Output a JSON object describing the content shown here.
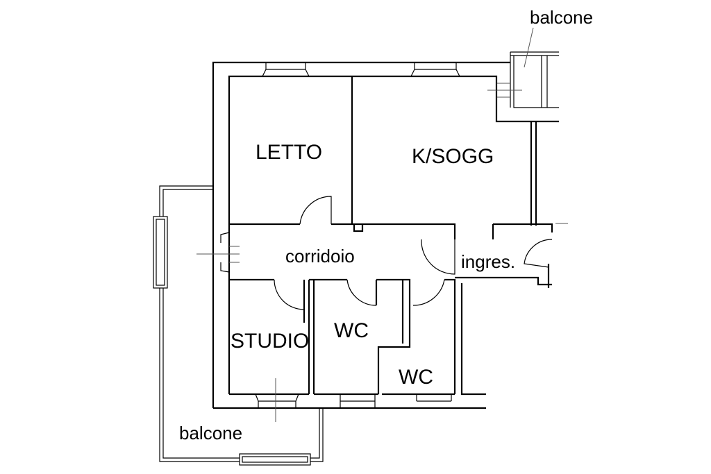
{
  "plan": {
    "rooms": {
      "letto": "LETTO",
      "k_sogg": "K/SOGG",
      "corridoio": "corridoio",
      "ingresso": "ingres.",
      "studio": "STUDIO",
      "wc_1": "WC",
      "wc_2": "WC"
    },
    "balconies": {
      "top_right": "balcone",
      "bottom_left": "balcone"
    }
  }
}
